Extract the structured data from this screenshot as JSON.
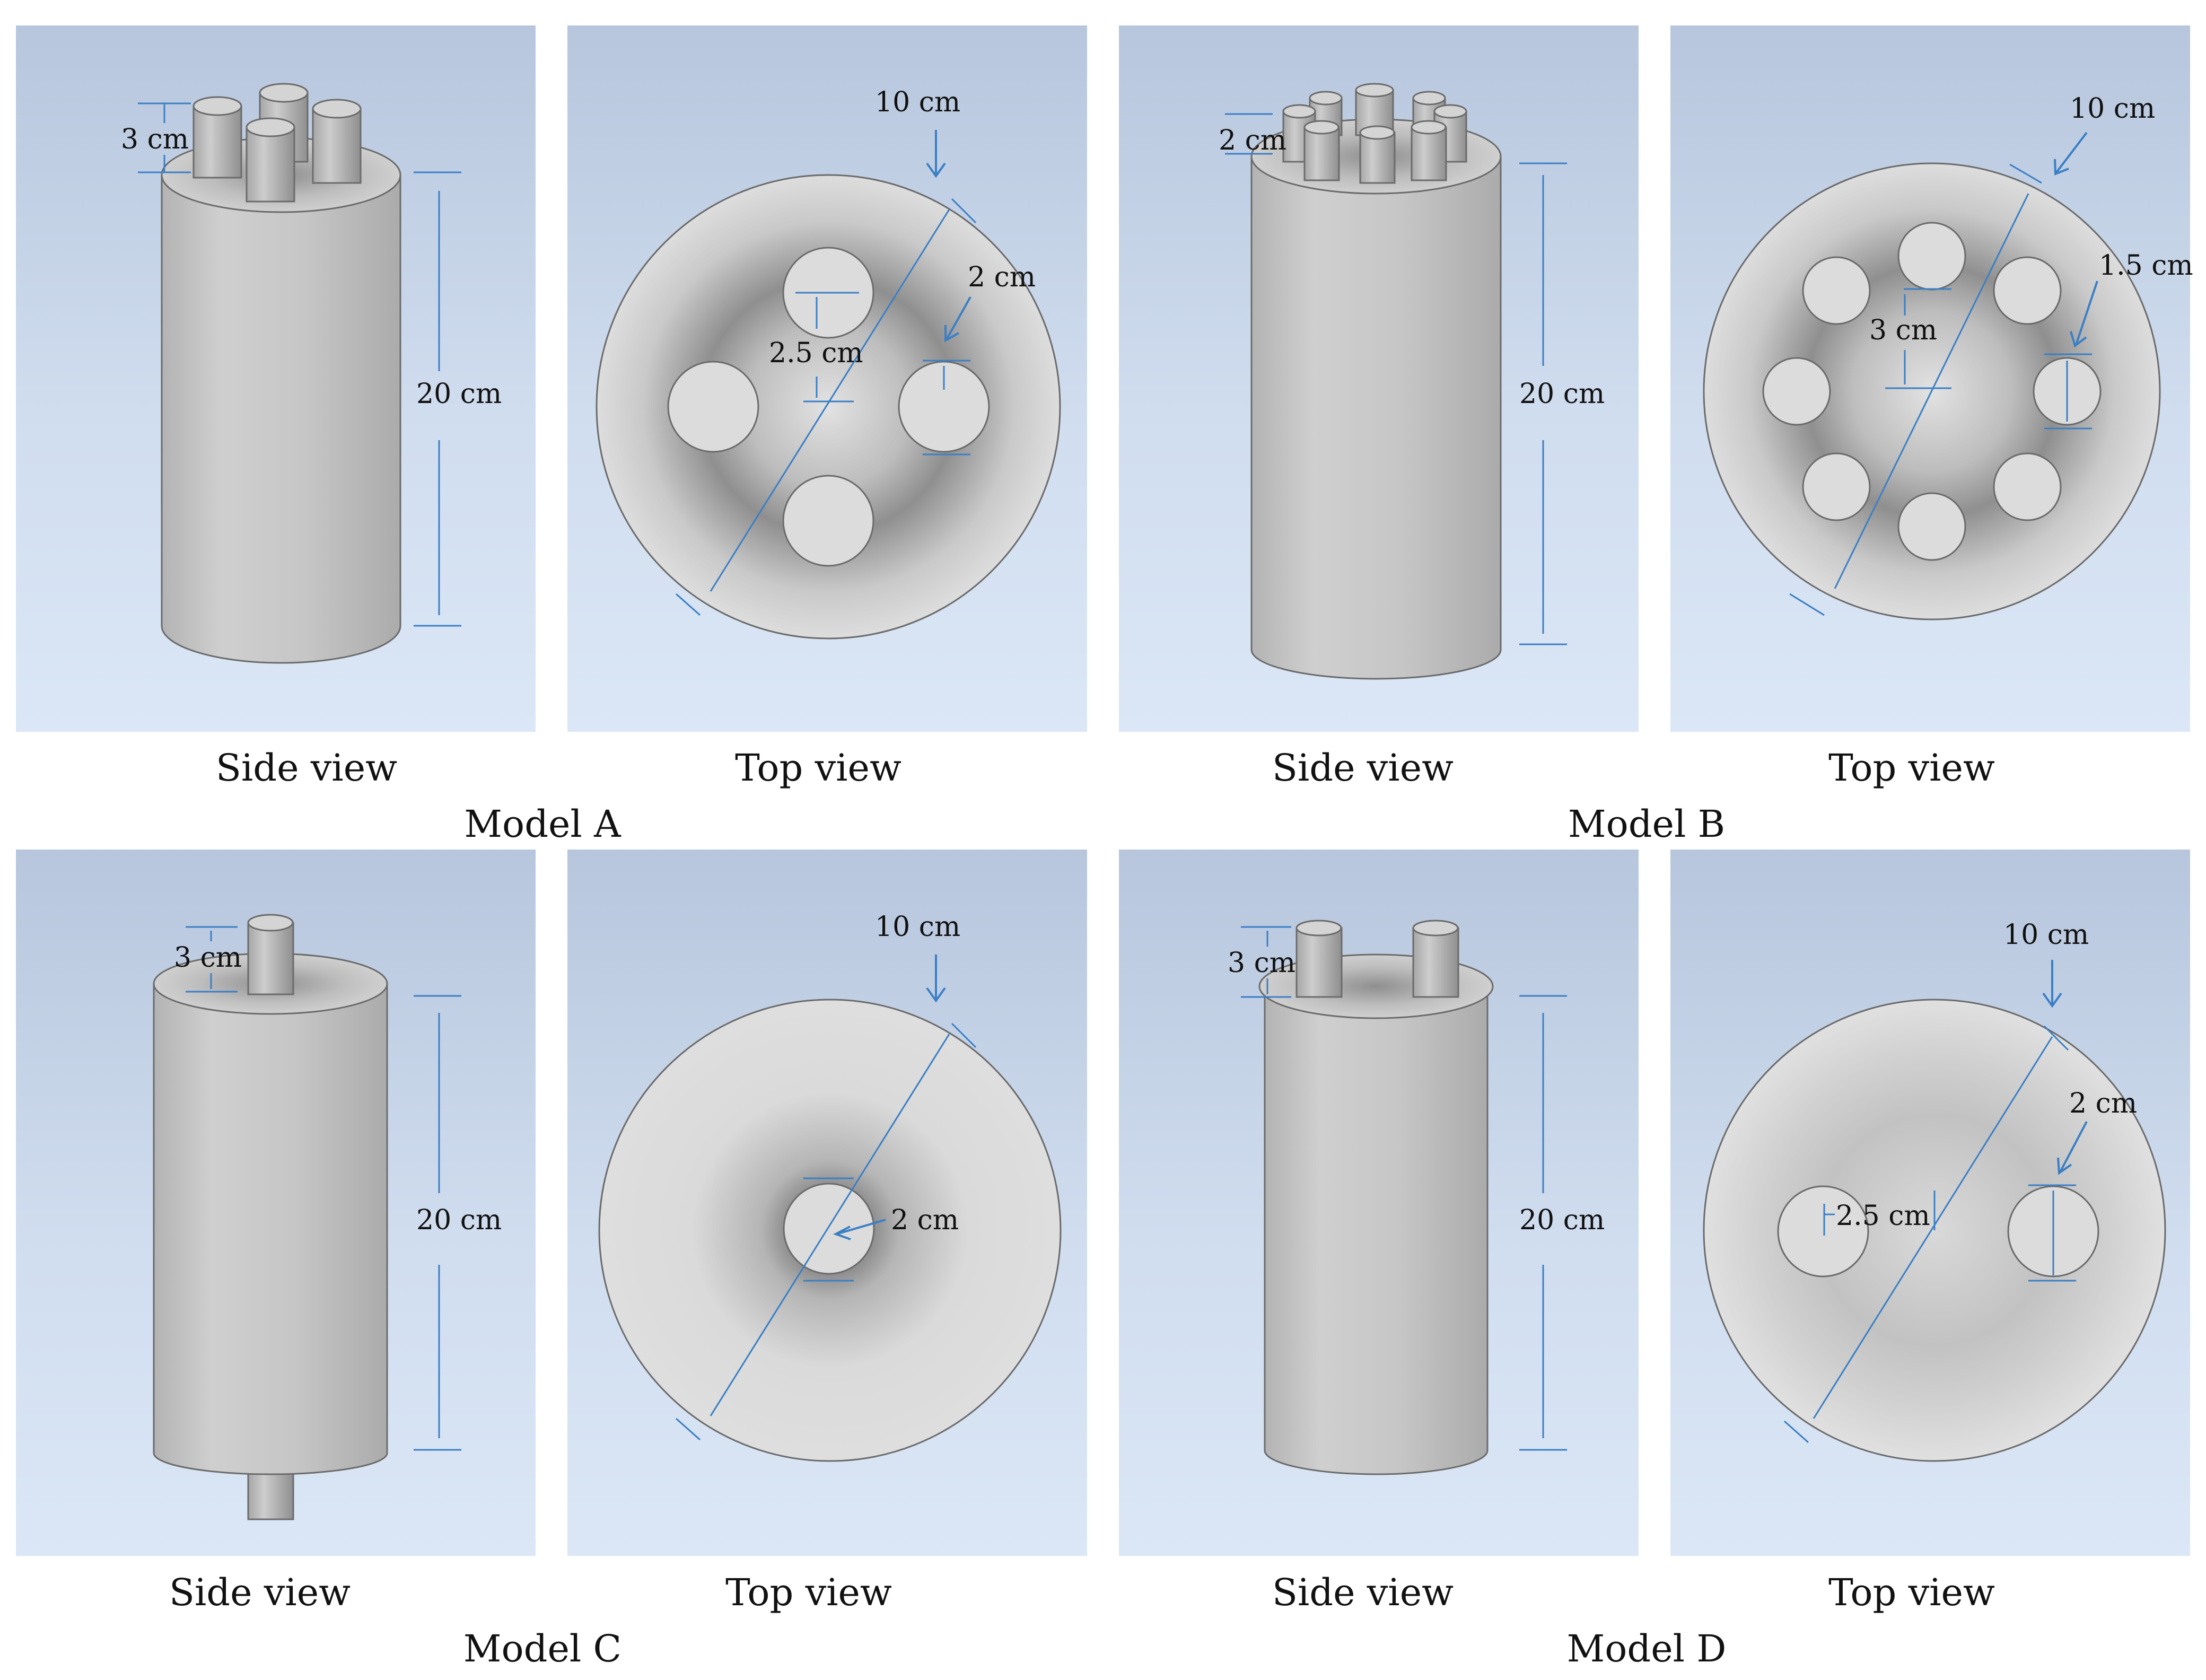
{
  "figure": {
    "caption_side_view": "Side view",
    "caption_top_view": "Top view",
    "colors": {
      "panel_top": "#b7c6dd",
      "panel_bottom": "#dbe7f6",
      "body": "#c9c9c9",
      "dimension_line": "#3b7fc4",
      "text": "#111111"
    },
    "models": [
      {
        "name": "Model A",
        "inlet_count": 4,
        "side": {
          "pipe_height": "3 cm",
          "body_height": "20 cm"
        },
        "top": {
          "diameter": "10 cm",
          "hole_diameter": "2 cm",
          "radius": "2.5 cm"
        }
      },
      {
        "name": "Model B",
        "inlet_count": 8,
        "side": {
          "pipe_height": "2 cm",
          "body_height": "20 cm"
        },
        "top": {
          "diameter": "10 cm",
          "hole_diameter": "1.5 cm",
          "radius": "3 cm"
        }
      },
      {
        "name": "Model C",
        "inlet_count": 1,
        "side": {
          "pipe_height": "3 cm",
          "body_height": "20 cm"
        },
        "top": {
          "diameter": "10 cm",
          "hole_diameter": "2 cm"
        }
      },
      {
        "name": "Model D",
        "inlet_count": 2,
        "side": {
          "pipe_height": "3 cm",
          "body_height": "20 cm"
        },
        "top": {
          "diameter": "10 cm",
          "hole_diameter": "2 cm",
          "radius": "2.5 cm"
        }
      }
    ]
  }
}
